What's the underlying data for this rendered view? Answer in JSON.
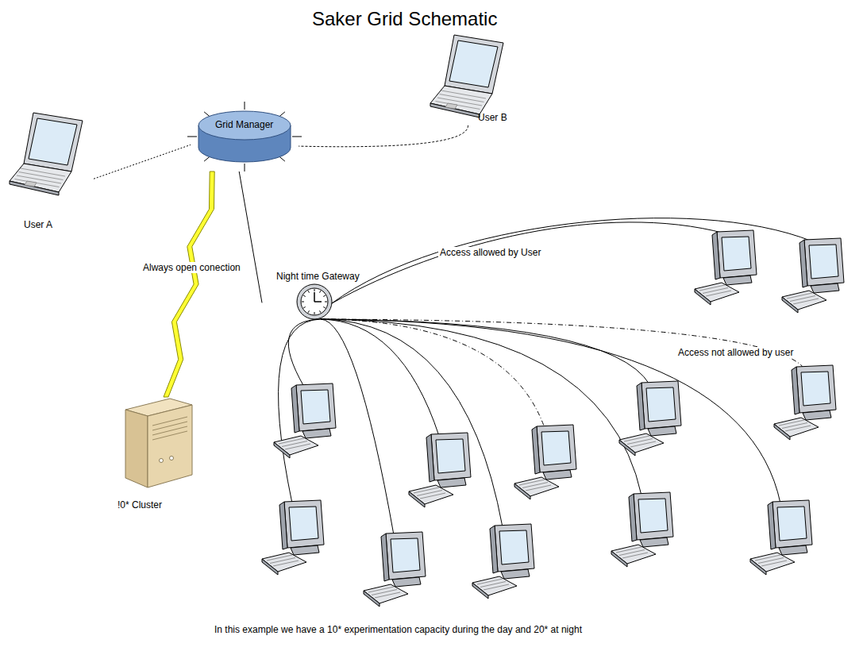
{
  "diagram": {
    "title": "Saker Grid Schematic",
    "caption": "In this example we have a 10* experimentation capacity during the day and 20* at night",
    "nodes": [
      {
        "text": [
          "Grid Manager"
        ]
      },
      {
        "text": [
          "User B"
        ]
      },
      {
        "text": [
          "User A"
        ]
      },
      {
        "text": [
          "Night time Gateway"
        ]
      },
      {
        "text": [
          "!0* Cluster"
        ]
      }
    ],
    "edges": [
      {
        "from": 2,
        "to": 0,
        "arrow": "none"
      },
      {
        "from": 1,
        "to": 0,
        "arrow": "none"
      },
      {
        "from": 0,
        "to": 4,
        "label": "Always open conection",
        "arrow": "none"
      },
      {
        "from": 0,
        "to": 3,
        "arrow": "none"
      }
    ],
    "labels": [
      "Access allowed by User",
      "Access not allowed by user"
    ]
  }
}
